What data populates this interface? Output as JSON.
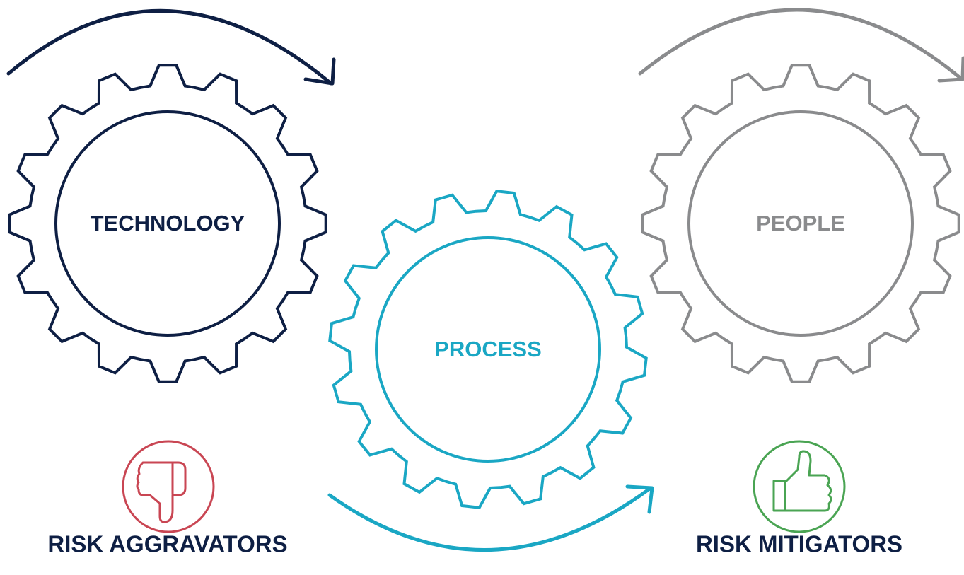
{
  "gears": [
    {
      "id": "technology",
      "label": "TECHNOLOGY",
      "color": "#0e1f44"
    },
    {
      "id": "process",
      "label": "PROCESS",
      "color": "#1aa7c4"
    },
    {
      "id": "people",
      "label": "PEOPLE",
      "color": "#8a8b8d"
    }
  ],
  "risks": {
    "aggravators": {
      "label": "RISK AGGRAVATORS",
      "color": "#c94653",
      "icon": "thumbs-down-icon"
    },
    "mitigators": {
      "label": "RISK MITIGATORS",
      "color": "#4aa453",
      "icon": "thumbs-up-icon"
    }
  },
  "text_color": "#0e1f44"
}
